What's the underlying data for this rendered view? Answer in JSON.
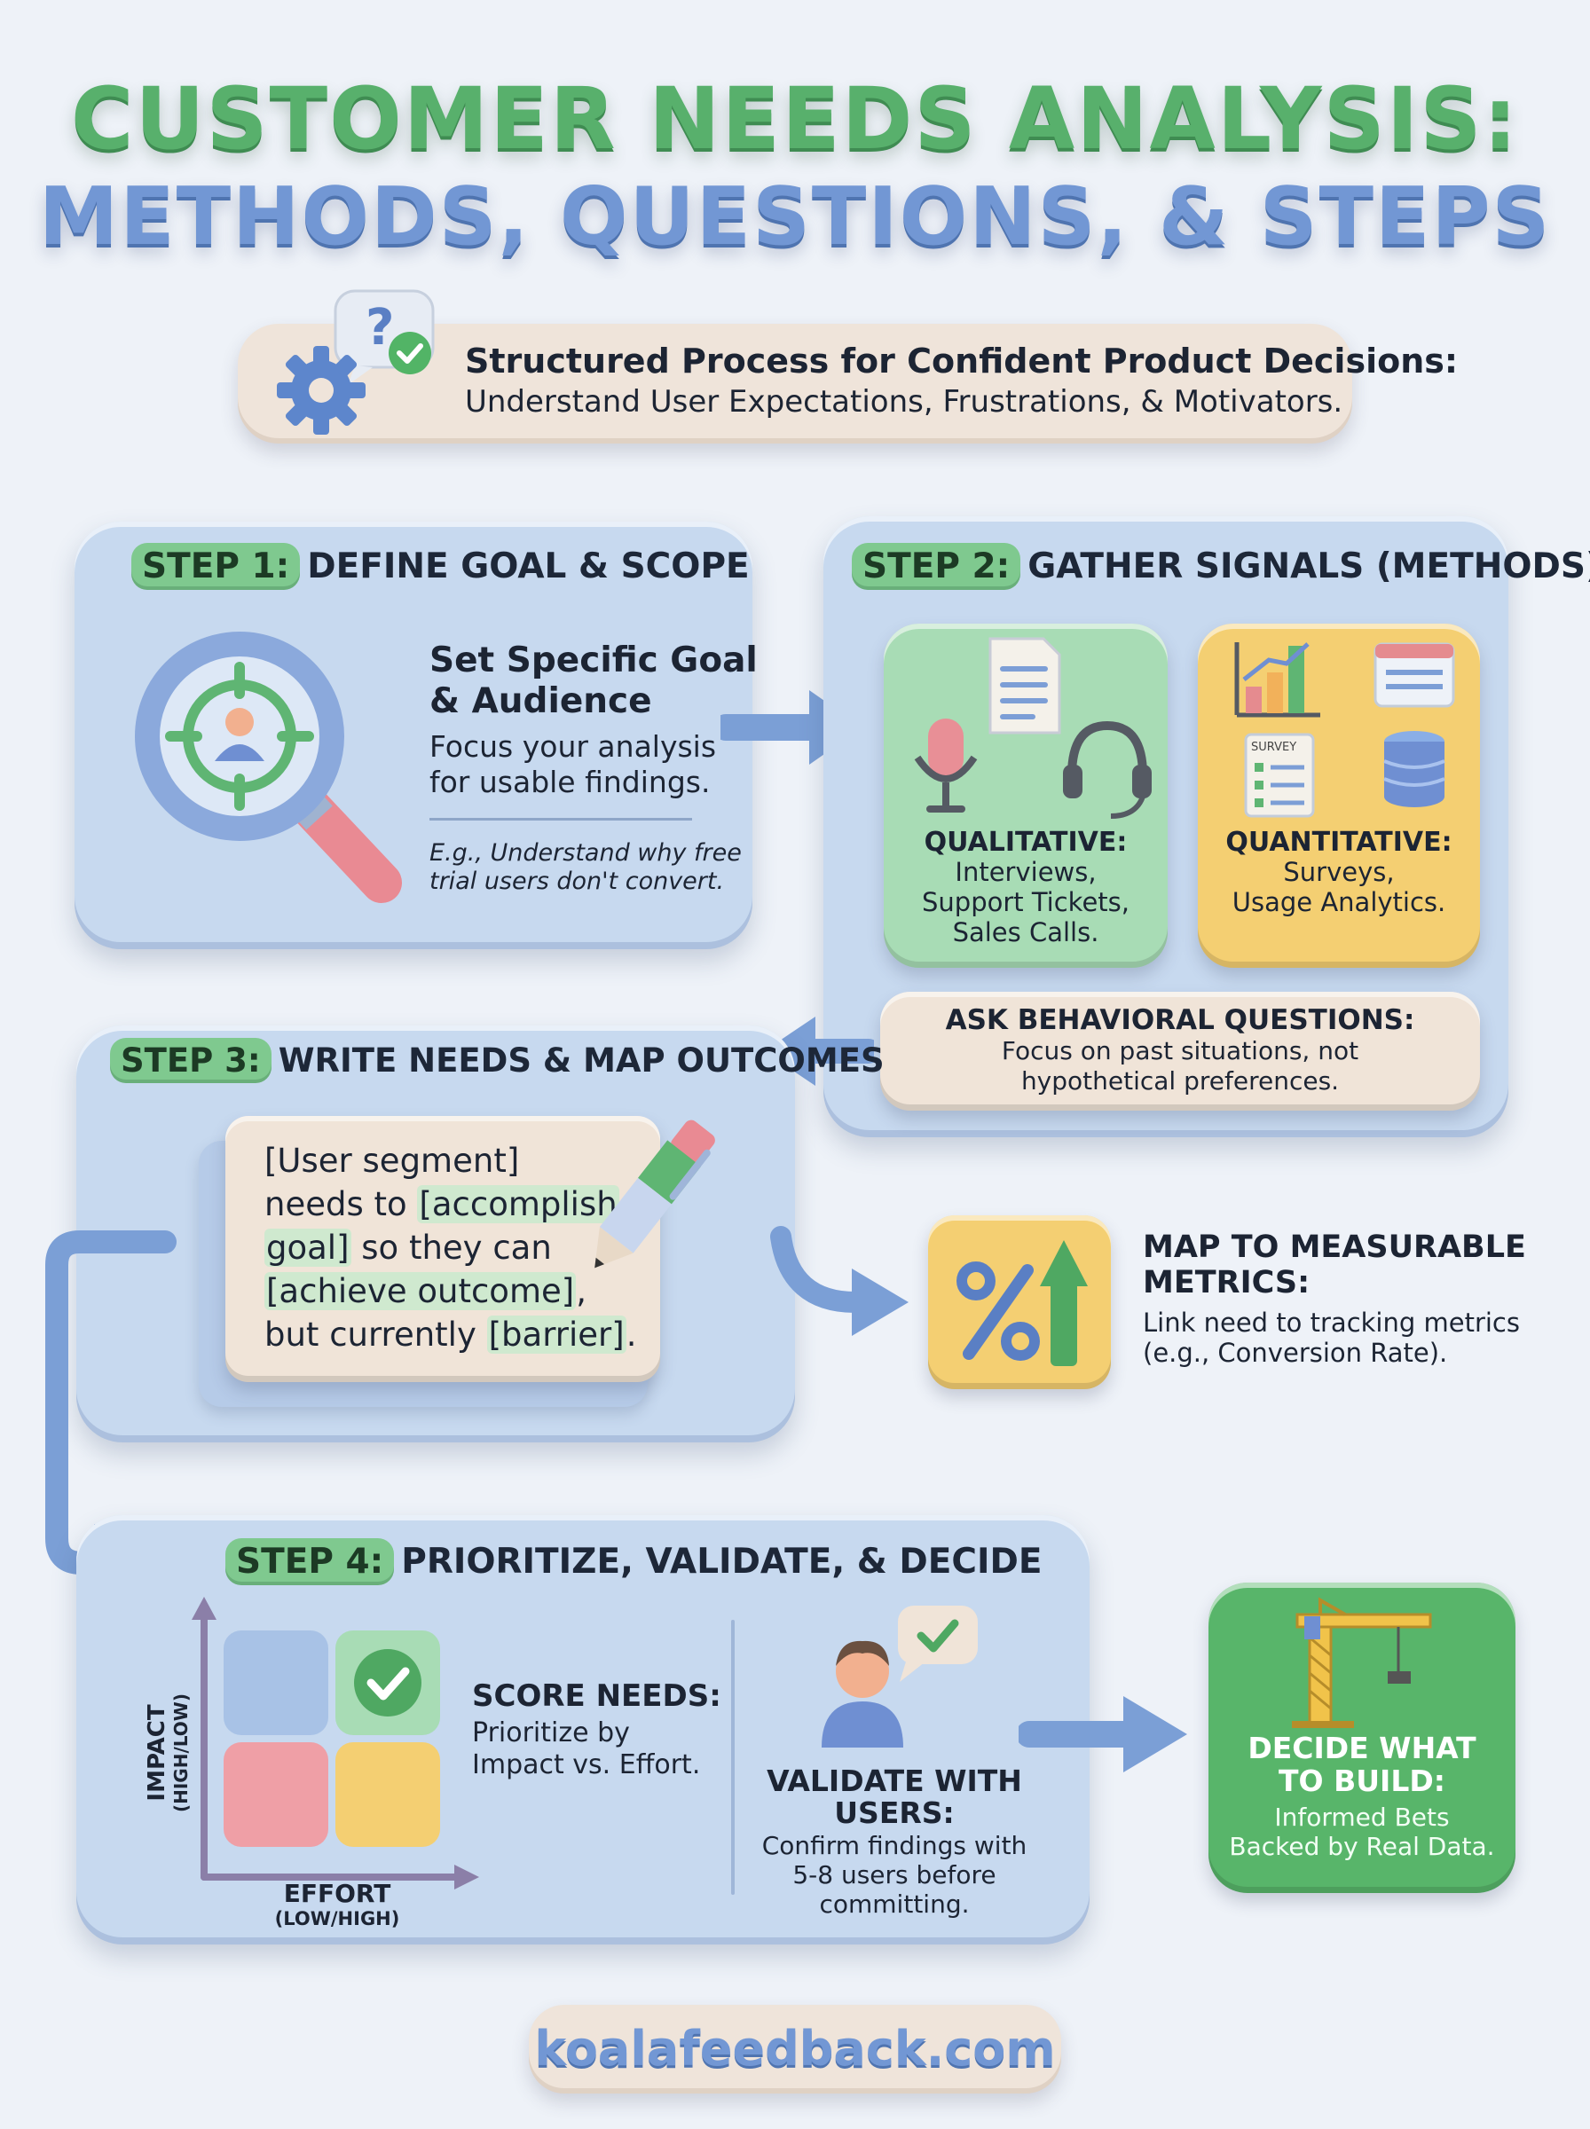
{
  "title": {
    "line1": "CUSTOMER NEEDS ANALYSIS:",
    "line2": "METHODS, QUESTIONS, & STEPS"
  },
  "intro": {
    "heading": "Structured Process for Confident Product Decisions:",
    "text": "Understand User Expectations, Frustrations, & Motivators.",
    "icon": "gear-question-check-icon"
  },
  "step1": {
    "tag": "STEP 1:",
    "title": "DEFINE GOAL & SCOPE",
    "heading_line1": "Set Specific Goal",
    "heading_line2": "& Audience",
    "text_line1": "Focus your analysis",
    "text_line2": "for usable findings.",
    "example_line1": "E.g., Understand why free",
    "example_line2": "trial users don't convert.",
    "icon": "magnifier-target-icon"
  },
  "step2": {
    "tag": "STEP 2:",
    "title": "GATHER SIGNALS (METHODS)",
    "qual": {
      "label": "QUALITATIVE:",
      "line1": "Interviews,",
      "line2": "Support Tickets,",
      "line3": "Sales Calls."
    },
    "quant": {
      "label": "QUANTITATIVE:",
      "line1": "Surveys,",
      "line2": "Usage Analytics.",
      "survey_label": "SURVEY"
    },
    "behavioral": {
      "heading": "ASK BEHAVIORAL QUESTIONS:",
      "line1": "Focus on past situations, not",
      "line2": "hypothetical preferences."
    }
  },
  "step3": {
    "tag": "STEP 3:",
    "title": "WRITE NEEDS & MAP OUTCOMES",
    "template": {
      "p1": "[User segment]",
      "p2a": "needs to ",
      "p2b": "[accomplish",
      "p3a": "goal]",
      "p3b": " so they can",
      "p4a": "[achieve outcome]",
      "p4b": ",",
      "p5a": "but currently ",
      "p5b": "[barrier]",
      "p5c": "."
    },
    "metrics": {
      "heading_line1": "MAP TO MEASURABLE",
      "heading_line2": "METRICS:",
      "line1": "Link need to tracking metrics",
      "line2": "(e.g., Conversion Rate).",
      "icon": "percent-up-arrow-icon"
    }
  },
  "step4": {
    "tag": "STEP 4:",
    "title": "PRIORITIZE, VALIDATE, & DECIDE",
    "matrix": {
      "y_label": "IMPACT",
      "y_sub": "(HIGH/LOW)",
      "x_label": "EFFORT",
      "x_sub": "(LOW/HIGH)"
    },
    "score": {
      "heading": "SCORE NEEDS:",
      "line1": "Prioritize by",
      "line2": "Impact vs. Effort."
    },
    "validate": {
      "heading_line1": "VALIDATE WITH",
      "heading_line2": "USERS:",
      "line1": "Confirm findings with",
      "line2": "5-8 users before",
      "line3": "committing."
    },
    "decide": {
      "heading_line1": "DECIDE WHAT",
      "heading_line2": "TO BUILD:",
      "line1": "Informed Bets",
      "line2": "Backed by Real Data."
    }
  },
  "footer": {
    "url": "koalafeedback.com"
  },
  "colors": {
    "green": "#58b06c",
    "blue": "#7297d4",
    "panel": "#c7d9ef",
    "cream": "#f0e4d8",
    "yellow": "#f4cf72"
  }
}
